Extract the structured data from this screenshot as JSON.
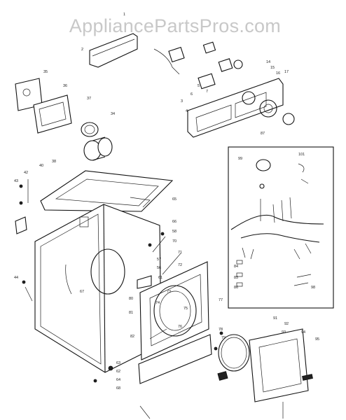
{
  "watermark": "AppliancePartsPros.com",
  "callouts": {
    "c1": "1",
    "c2": "2",
    "c3": "3",
    "c4": "4",
    "c5": "5",
    "c6": "6",
    "c7": "7",
    "c14": "14",
    "c15": "15",
    "c16": "16",
    "c17": "17",
    "c34": "34",
    "c35": "35",
    "c36": "36",
    "c37": "37",
    "c38": "38",
    "c40": "40",
    "c42": "42",
    "c43": "43",
    "c44": "44",
    "c56": "56",
    "c57": "57",
    "c58": "58",
    "c61": "61",
    "c62": "62",
    "c63": "63",
    "c64": "64",
    "c65": "65",
    "c66": "66",
    "c67": "67",
    "c68": "68",
    "c70": "70",
    "c71": "71",
    "c72": "72",
    "c73": "73",
    "c74": "74",
    "c75": "75",
    "c76": "76",
    "c77": "77",
    "c78": "78",
    "c79": "79",
    "c80": "80",
    "c81": "81",
    "c82": "82",
    "c84": "84",
    "c85": "85",
    "c86": "86",
    "c87": "87",
    "c91": "91",
    "c92": "92",
    "c93": "93",
    "c94": "94",
    "c95": "95",
    "c98": "98",
    "c99": "99",
    "c101": "101"
  }
}
